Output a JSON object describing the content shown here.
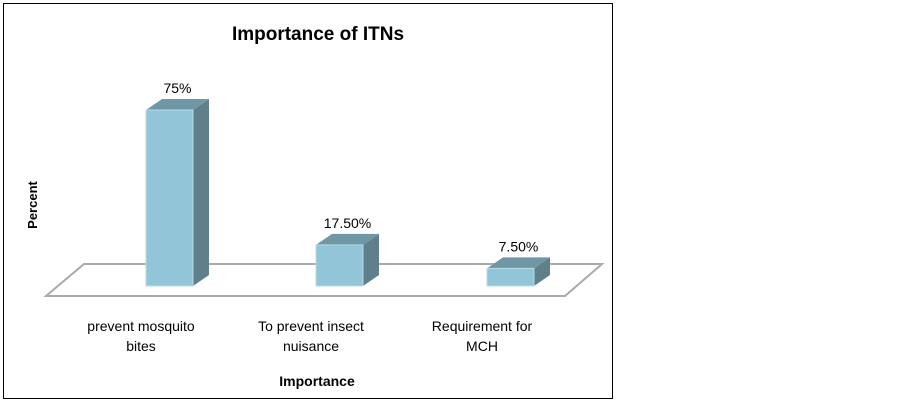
{
  "chart_data": {
    "type": "bar",
    "title": "Importance of ITNs",
    "xlabel": "Importance",
    "ylabel": "Percent",
    "categories": [
      [
        "prevent mosquito",
        "bites"
      ],
      [
        "To prevent insect",
        "nuisance"
      ],
      [
        "Requirement for",
        "MCH"
      ]
    ],
    "values": [
      75,
      17.5,
      7.5
    ],
    "data_labels": [
      "75%",
      "17.50%",
      "7.50%"
    ],
    "ylim": [
      0,
      75
    ],
    "grid": false,
    "legend": "none",
    "bar_color": "#93c5d8",
    "bar_side_color": "#5f7f8a",
    "bar_top_color": "#6f97a5"
  }
}
